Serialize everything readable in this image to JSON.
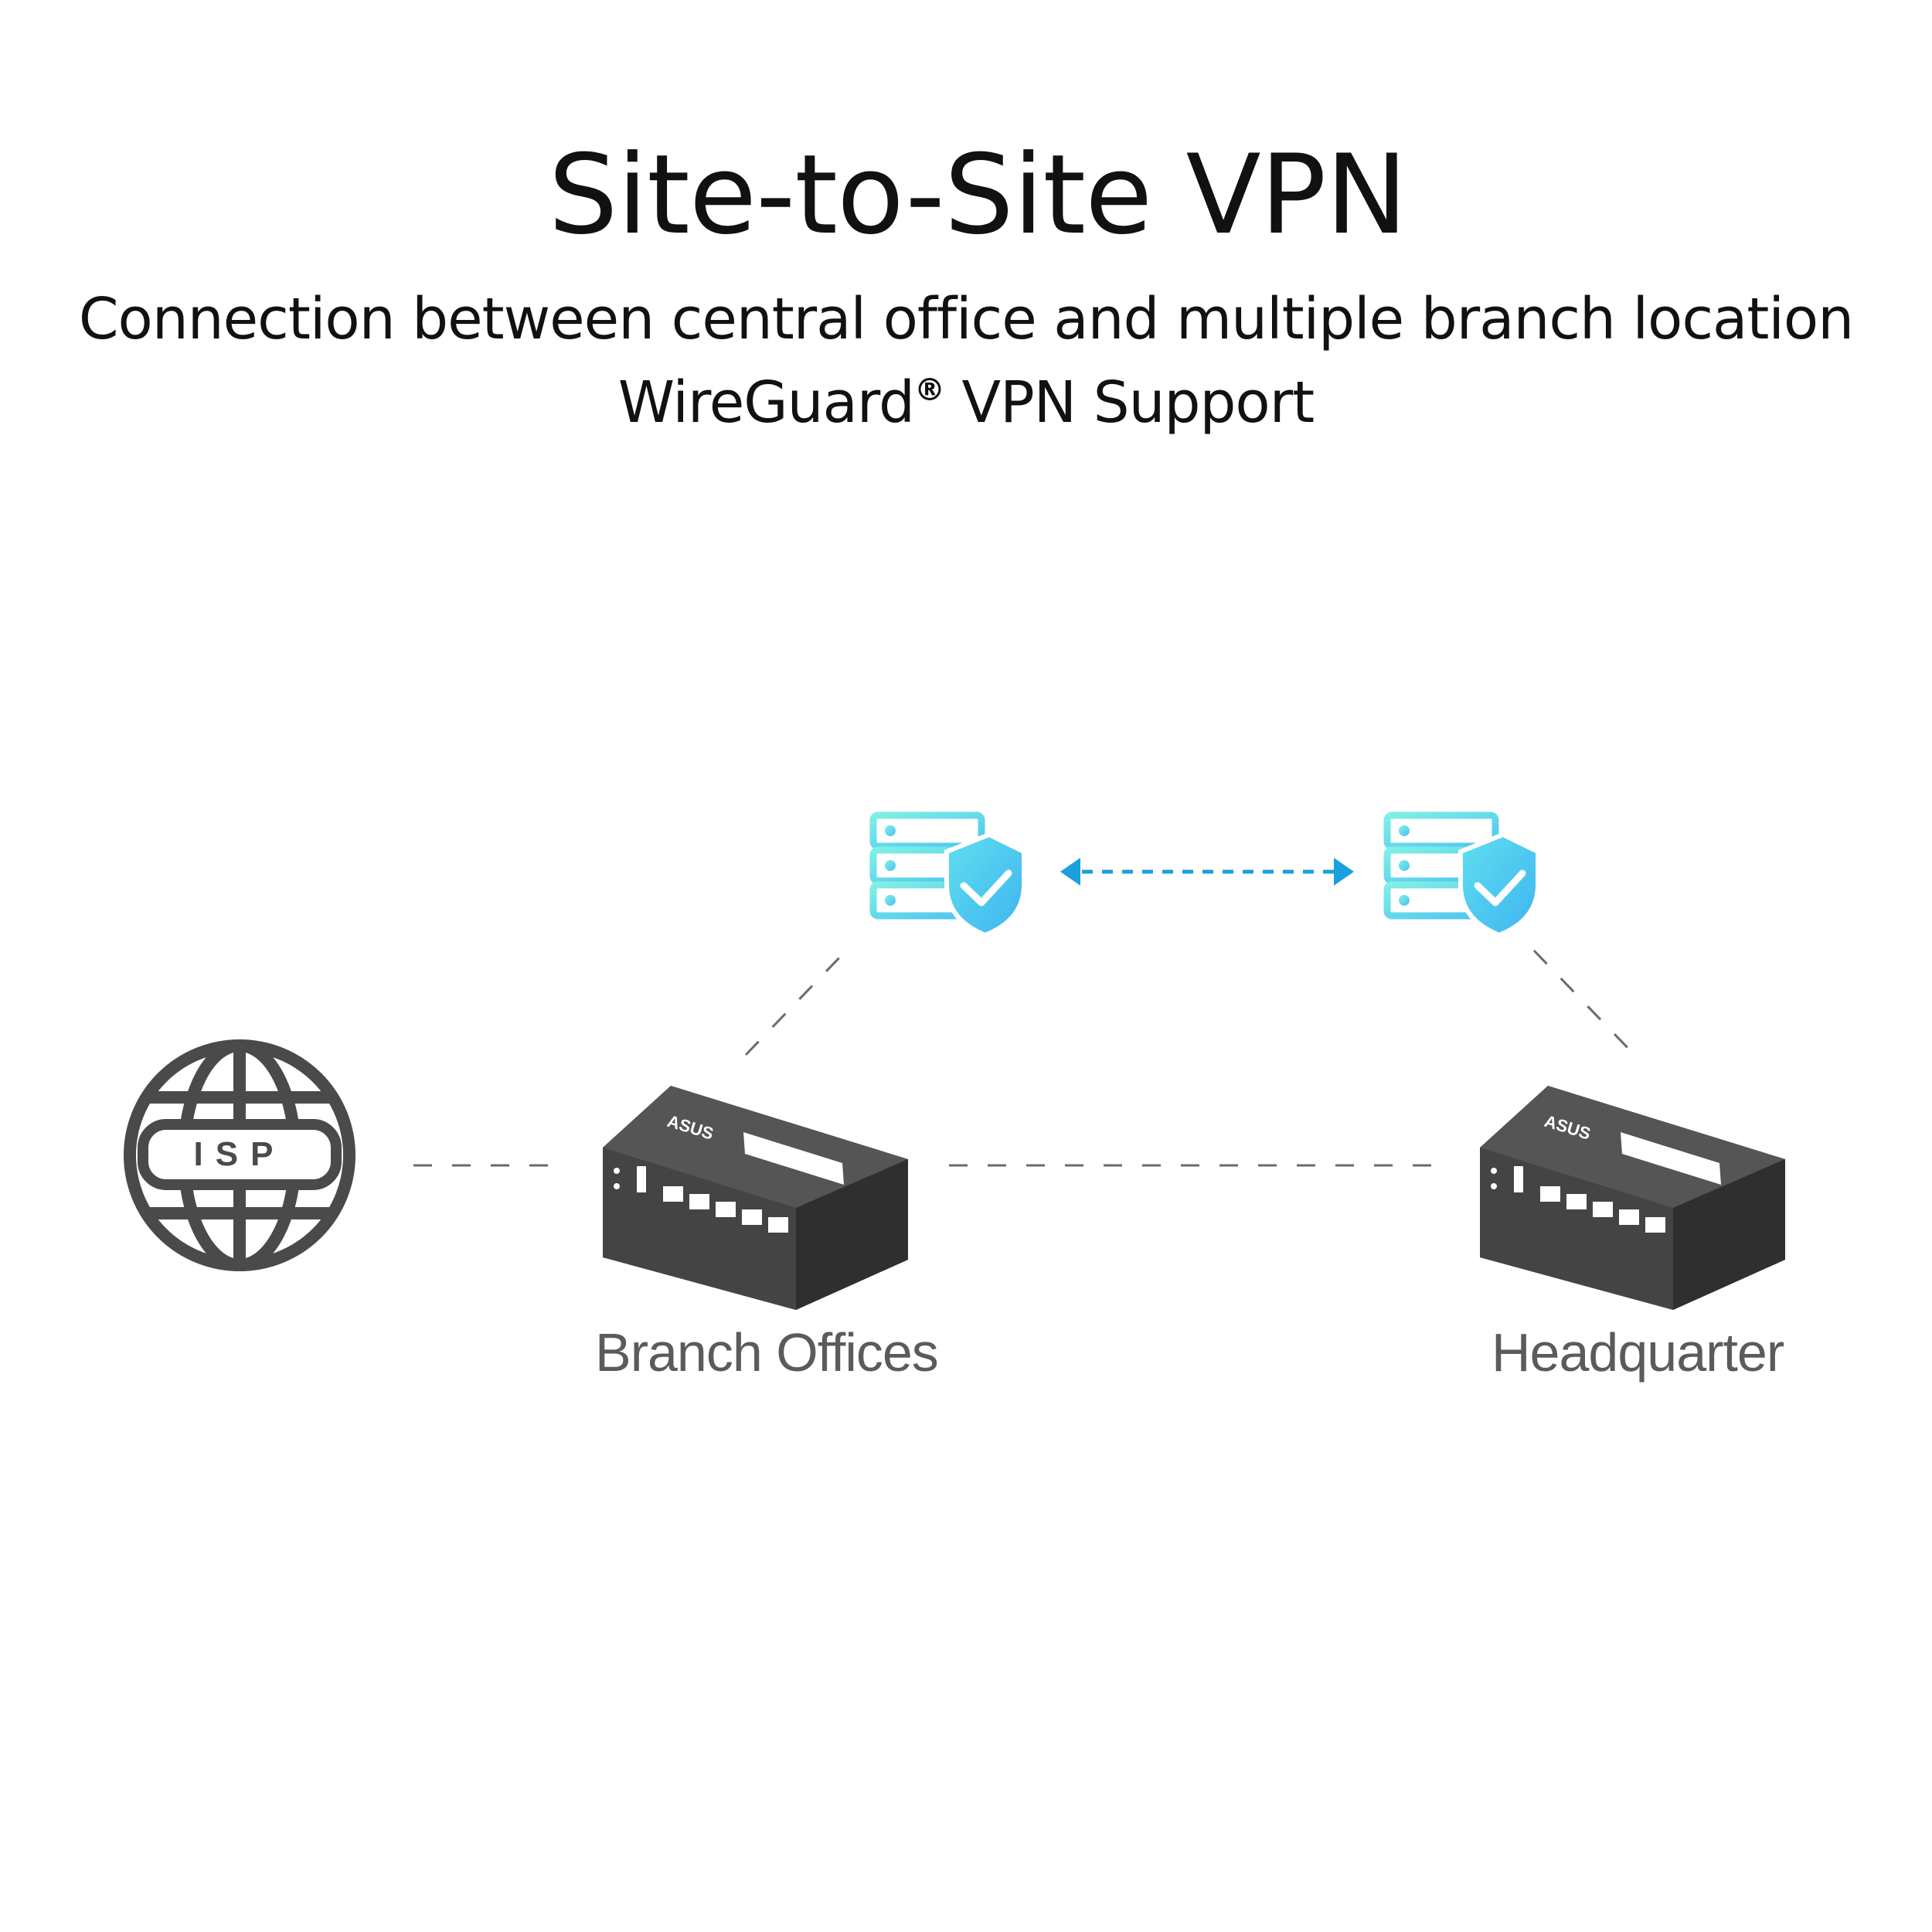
{
  "title": "Site-to-Site VPN",
  "subtitle_line1": "Connection between central office and multiple branch location",
  "subtitle_line2_main": "WireGuard",
  "subtitle_line2_mark": "®",
  "subtitle_line2_rest": " VPN Support",
  "nodes": {
    "isp": {
      "label": "ISP",
      "icon": "globe-icon"
    },
    "branch": {
      "label": "Branch Offices",
      "icon": "router-icon",
      "brand": "ASUS"
    },
    "hq": {
      "label": "Headquarter",
      "icon": "router-icon",
      "brand": "ASUS"
    },
    "vpn_left": {
      "icon": "vpn-server-shield-icon"
    },
    "vpn_right": {
      "icon": "vpn-server-shield-icon"
    }
  },
  "colors": {
    "device": "#4a4a4a",
    "vpn_gradient_start": "#7ff0e4",
    "vpn_gradient_end": "#4cc3f2",
    "tunnel_arrow": "#1aa0dc",
    "connector": "#6b6b6b"
  }
}
